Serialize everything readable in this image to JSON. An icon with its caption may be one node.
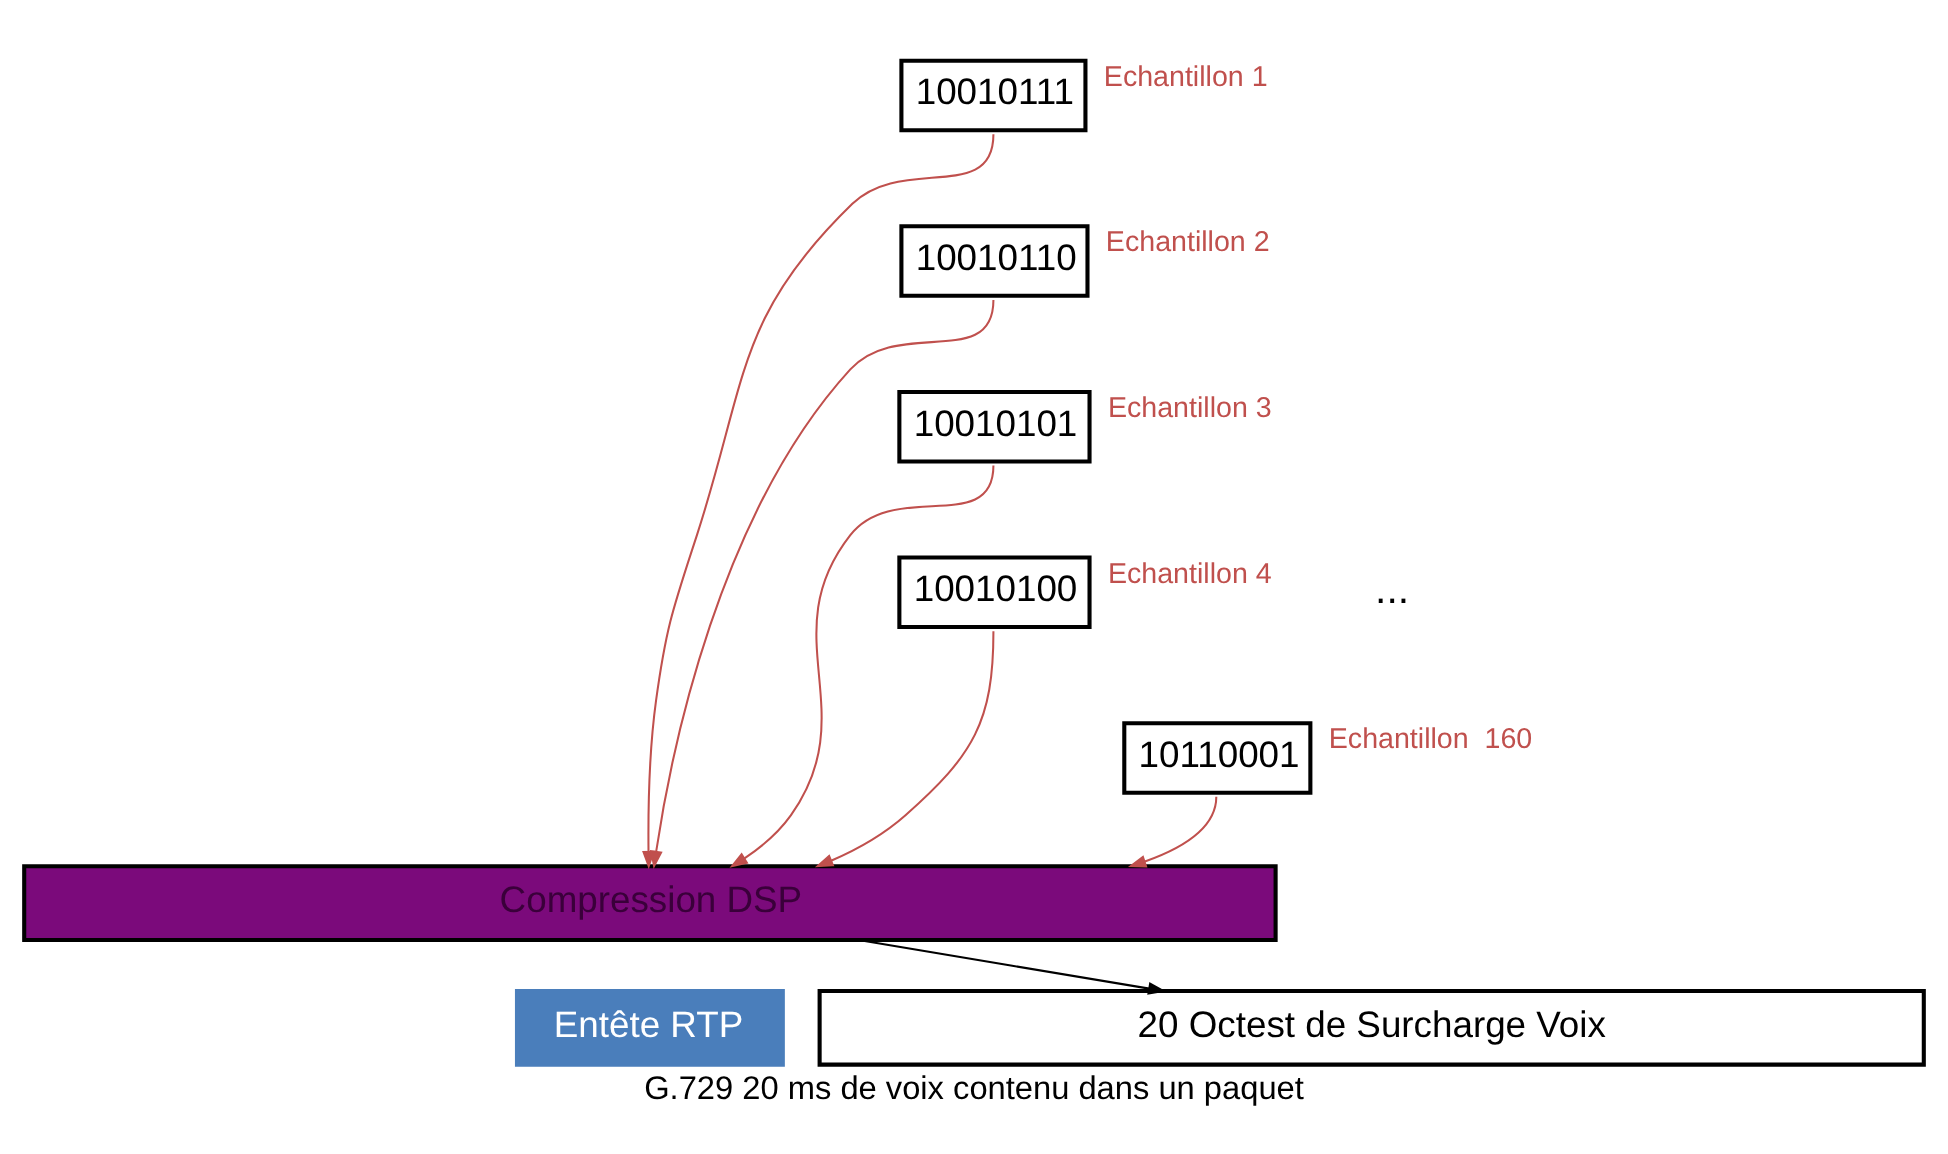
{
  "diagram": {
    "caption": "G.729 20 ms de voix contenu dans un paquet",
    "nodes": [
      {
        "text": [
          "10010111"
        ],
        "beside": [
          "Echantillon 1"
        ]
      },
      {
        "text": [
          "10010110"
        ],
        "beside": [
          "Echantillon 2"
        ]
      },
      {
        "text": [
          "10010101"
        ],
        "beside": [
          "Echantillon 3"
        ]
      },
      {
        "text": [
          "10010100"
        ],
        "beside": [
          "Echantillon 4"
        ]
      },
      {
        "text": [
          "10110001"
        ],
        "beside": [
          "Echantillon  160"
        ]
      },
      {
        "text": [
          "Compression DSP"
        ]
      },
      {
        "text": [
          "Entête RTP"
        ]
      },
      {
        "text": [
          "20 Octest de Surcharge Voix"
        ]
      }
    ],
    "edges": [
      {
        "from": 0,
        "to": 5,
        "arrow": "to"
      },
      {
        "from": 1,
        "to": 5,
        "arrow": "to"
      },
      {
        "from": 2,
        "to": 5,
        "arrow": "to"
      },
      {
        "from": 3,
        "to": 5,
        "arrow": "to"
      },
      {
        "from": 4,
        "to": 5,
        "arrow": "to"
      },
      {
        "from": 5,
        "to": 7,
        "arrow": "to",
        "color": "#000000"
      }
    ],
    "labels": [
      "..."
    ]
  }
}
